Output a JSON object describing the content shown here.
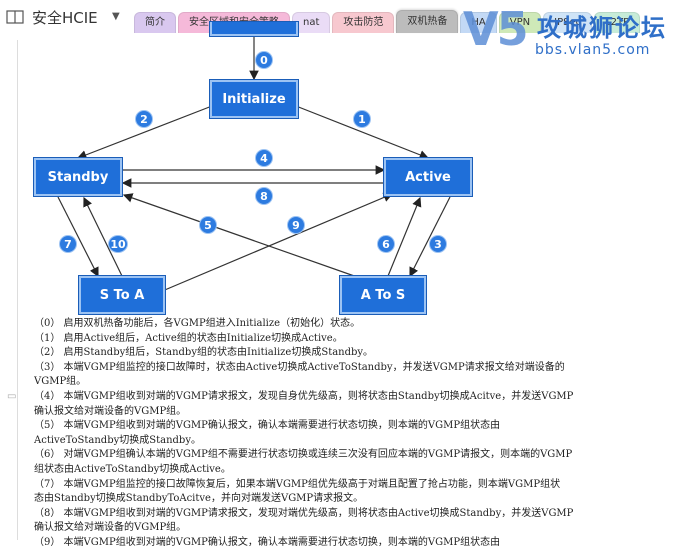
{
  "app": {
    "title": "安全HCIE"
  },
  "tabs": [
    {
      "label": "简介",
      "color": "#d9c8ef"
    },
    {
      "label": "安全区域和安全策略",
      "color": "#f5b9d9"
    },
    {
      "label": "nat",
      "color": "#eadcf6"
    },
    {
      "label": "攻击防范",
      "color": "#f7c8cf"
    },
    {
      "label": "双机热备",
      "color": "#bcbcbc",
      "active": true
    },
    {
      "label": "HA",
      "color": "#c3d9f5"
    },
    {
      "label": "VPN",
      "color": "#cfe9b8"
    },
    {
      "label": "IPSec",
      "color": "#cfe4f7"
    },
    {
      "label": "L2TP",
      "color": "#c7ecd8"
    }
  ],
  "logo": {
    "mark": "V5",
    "name": "攻城狮论坛",
    "url": "bbs.vlan5.com"
  },
  "diagram": {
    "states": {
      "initialize": "Initialize",
      "standby": "Standby",
      "active": "Active",
      "s_to_a": "S To A",
      "a_to_s": "A To S"
    },
    "transitions": [
      "0",
      "1",
      "2",
      "3",
      "4",
      "5",
      "6",
      "7",
      "8",
      "9",
      "10"
    ]
  },
  "notes": [
    "（0）      启用双机热备功能后，各VGMP组进入Initialize（初始化）状态。",
    "（1）      启用Active组后，Active组的状态由Initialize切换成Active。",
    "（2）      启用Standby组后，Standby组的状态由Initialize切换成Standby。",
    "（3）      本端VGMP组监控的接口故障时，状态由Active切换成ActiveToStandby，并发送VGMP请求报文给对端设备的",
    "VGMP组。",
    "（4）      本端VGMP组收到对端的VGMP请求报文，发现自身优先级高，则将状态由Standby切换成Acitve，并发送VGMP",
    "确认报文给对端设备的VGMP组。",
    "（5）      本端VGMP组收到对端的VGMP确认报文，确认本端需要进行状态切换，则本端的VGMP组状态由",
    "ActiveToStandby切换成Standby。",
    "（6）      对端VGMP组确认本端的VGMP组不需要进行状态切换或连续三次没有回应本端的VGMP请报文，则本端的VGMP",
    "组状态由ActiveToStandby切换成Active。",
    "（7）      本端VGMP组监控的接口故障恢复后，如果本端VGMP组优先级高于对端且配置了抢占功能，则本端VGMP组状",
    "态由Standby切换成StandbyToAcitve，并向对端发送VGMP请求报文。",
    "（8）      本端VGMP组收到对端的VGMP请求报文，发现对端优先级高，则将状态由Active切换成Standby，并发送VGMP",
    "确认报文给对端设备的VGMP组。",
    "（9）      本端VGMP组收到对端的VGMP确认报文，确认本端需要进行状态切换，则本端的VGMP组状态由"
  ]
}
